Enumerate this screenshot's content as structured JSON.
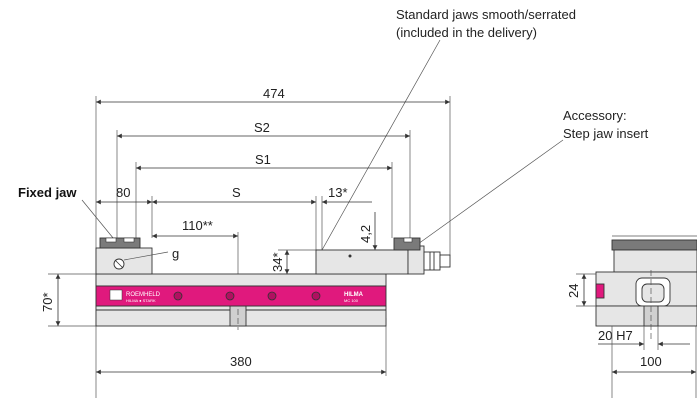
{
  "callouts": {
    "standard_jaws_line1": "Standard jaws smooth/serrated",
    "standard_jaws_line2": "(included in the delivery)",
    "accessory_line1": "Accessory:",
    "accessory_line2": "Step jaw insert",
    "fixed_jaw": "Fixed jaw"
  },
  "dimensions": {
    "overall": "474",
    "s2": "S2",
    "s1": "S1",
    "s": "S",
    "jaw_width": "80",
    "thirteen": "13*",
    "one_ten": "110**",
    "g": "g",
    "four_two": "4,2",
    "thirtyfour": "34*",
    "seventy": "70*",
    "base": "380",
    "side_24": "24",
    "side_20h7": "20 H7",
    "side_100": "100"
  },
  "branding": {
    "left_logo": "ROEMHELD",
    "left_sub": "HILMA ● STARK",
    "right_logo": "HILMA",
    "right_sub": "MC 100"
  },
  "colors": {
    "body_magenta": "#e0197d",
    "jaw_dark": "#7a7a7a",
    "body_light": "#e6e6e6"
  }
}
